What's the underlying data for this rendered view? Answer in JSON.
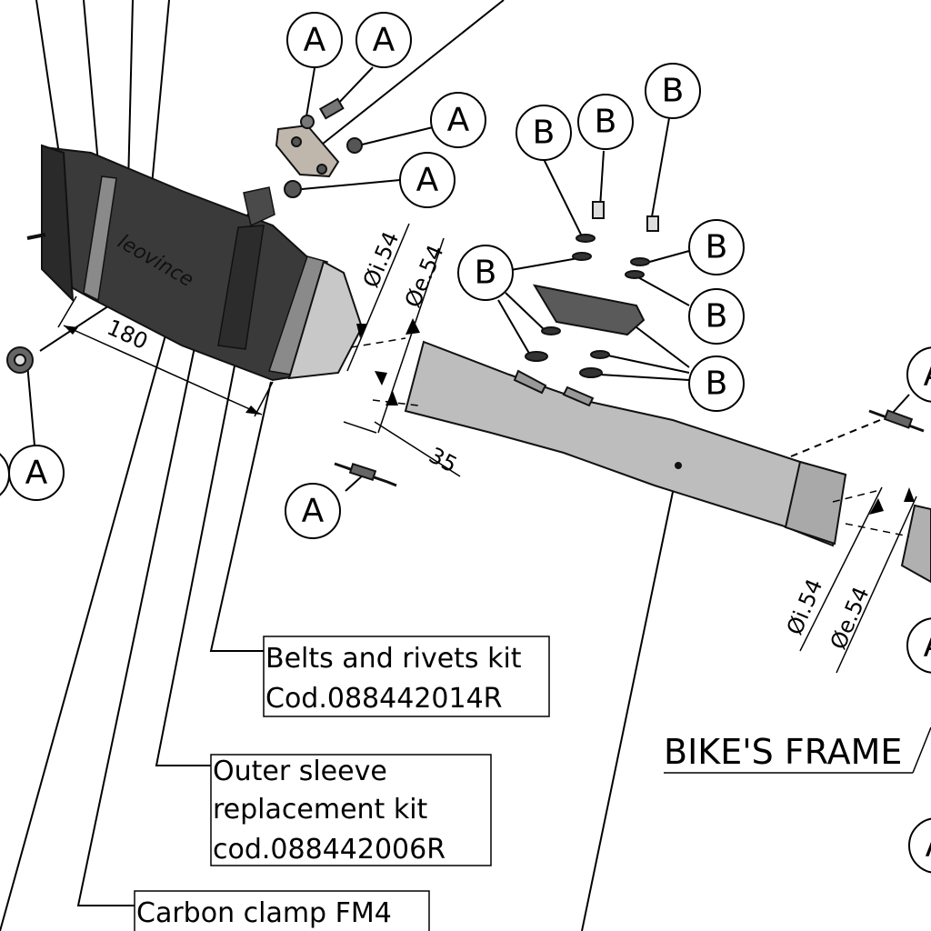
{
  "callouts": {
    "a": "A",
    "b": "B"
  },
  "dimensions": {
    "length_180": "180",
    "length_35": "35",
    "inner_diameter_outlet": "Øi.54",
    "outer_diameter_outlet": "Øe.54",
    "inner_diameter_inlet": "Øi.54",
    "outer_diameter_inlet": "Øe.54"
  },
  "labels": {
    "belts_kit": [
      "Belts and rivets kit",
      "Cod.088442014R"
    ],
    "outer_sleeve_kit": [
      "Outer sleeve",
      "replacement kit",
      "cod.088442006R"
    ],
    "carbon_clamp": "Carbon clamp FM4",
    "bikes_frame": "BIKE'S FRAME",
    "brand_logo": "leovince"
  },
  "colors": {
    "muffler_body": "#3a3a3a",
    "end_cap": "#c8c8c8",
    "pipe": "#bdbdbd",
    "line": "#000000"
  }
}
